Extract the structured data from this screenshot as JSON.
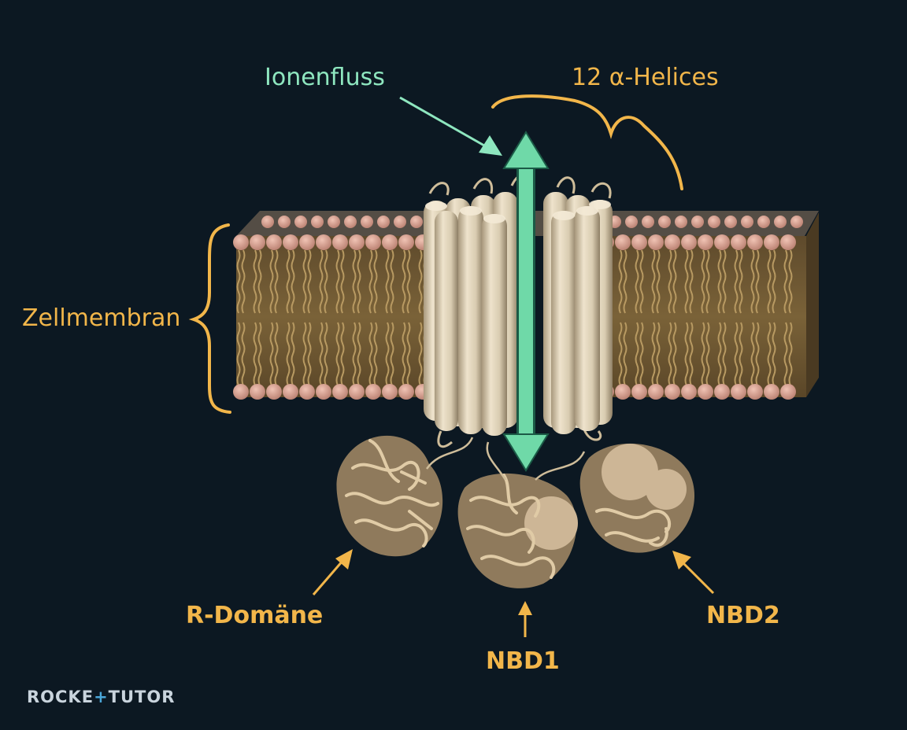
{
  "labels": {
    "ion_flow": "Ionenfluss",
    "helices": "12 α-Helices",
    "membrane": "Zellmembran",
    "r_domain": "R-Domäne",
    "nbd1": "NBD1",
    "nbd2": "NBD2"
  },
  "logo": {
    "part1": "ROCKE",
    "accent": "+",
    "part2": "TUTOR"
  },
  "colors": {
    "background": "#0c1822",
    "label_orange": "#f2b64a",
    "ion_flow_green": "#8ee6bf",
    "arrow_green": "#6fd9a8",
    "helix": "#ded1b6",
    "lipid_head": "#d9a08f",
    "lipid_tail": "#b89a62",
    "protein": "#cdb696"
  },
  "icons": {
    "ion_flow_arrow": "double-headed-arrow",
    "membrane_bracket": "curly-brace",
    "helices_bracket": "curly-brace",
    "pointer_arrows": "arrow"
  }
}
